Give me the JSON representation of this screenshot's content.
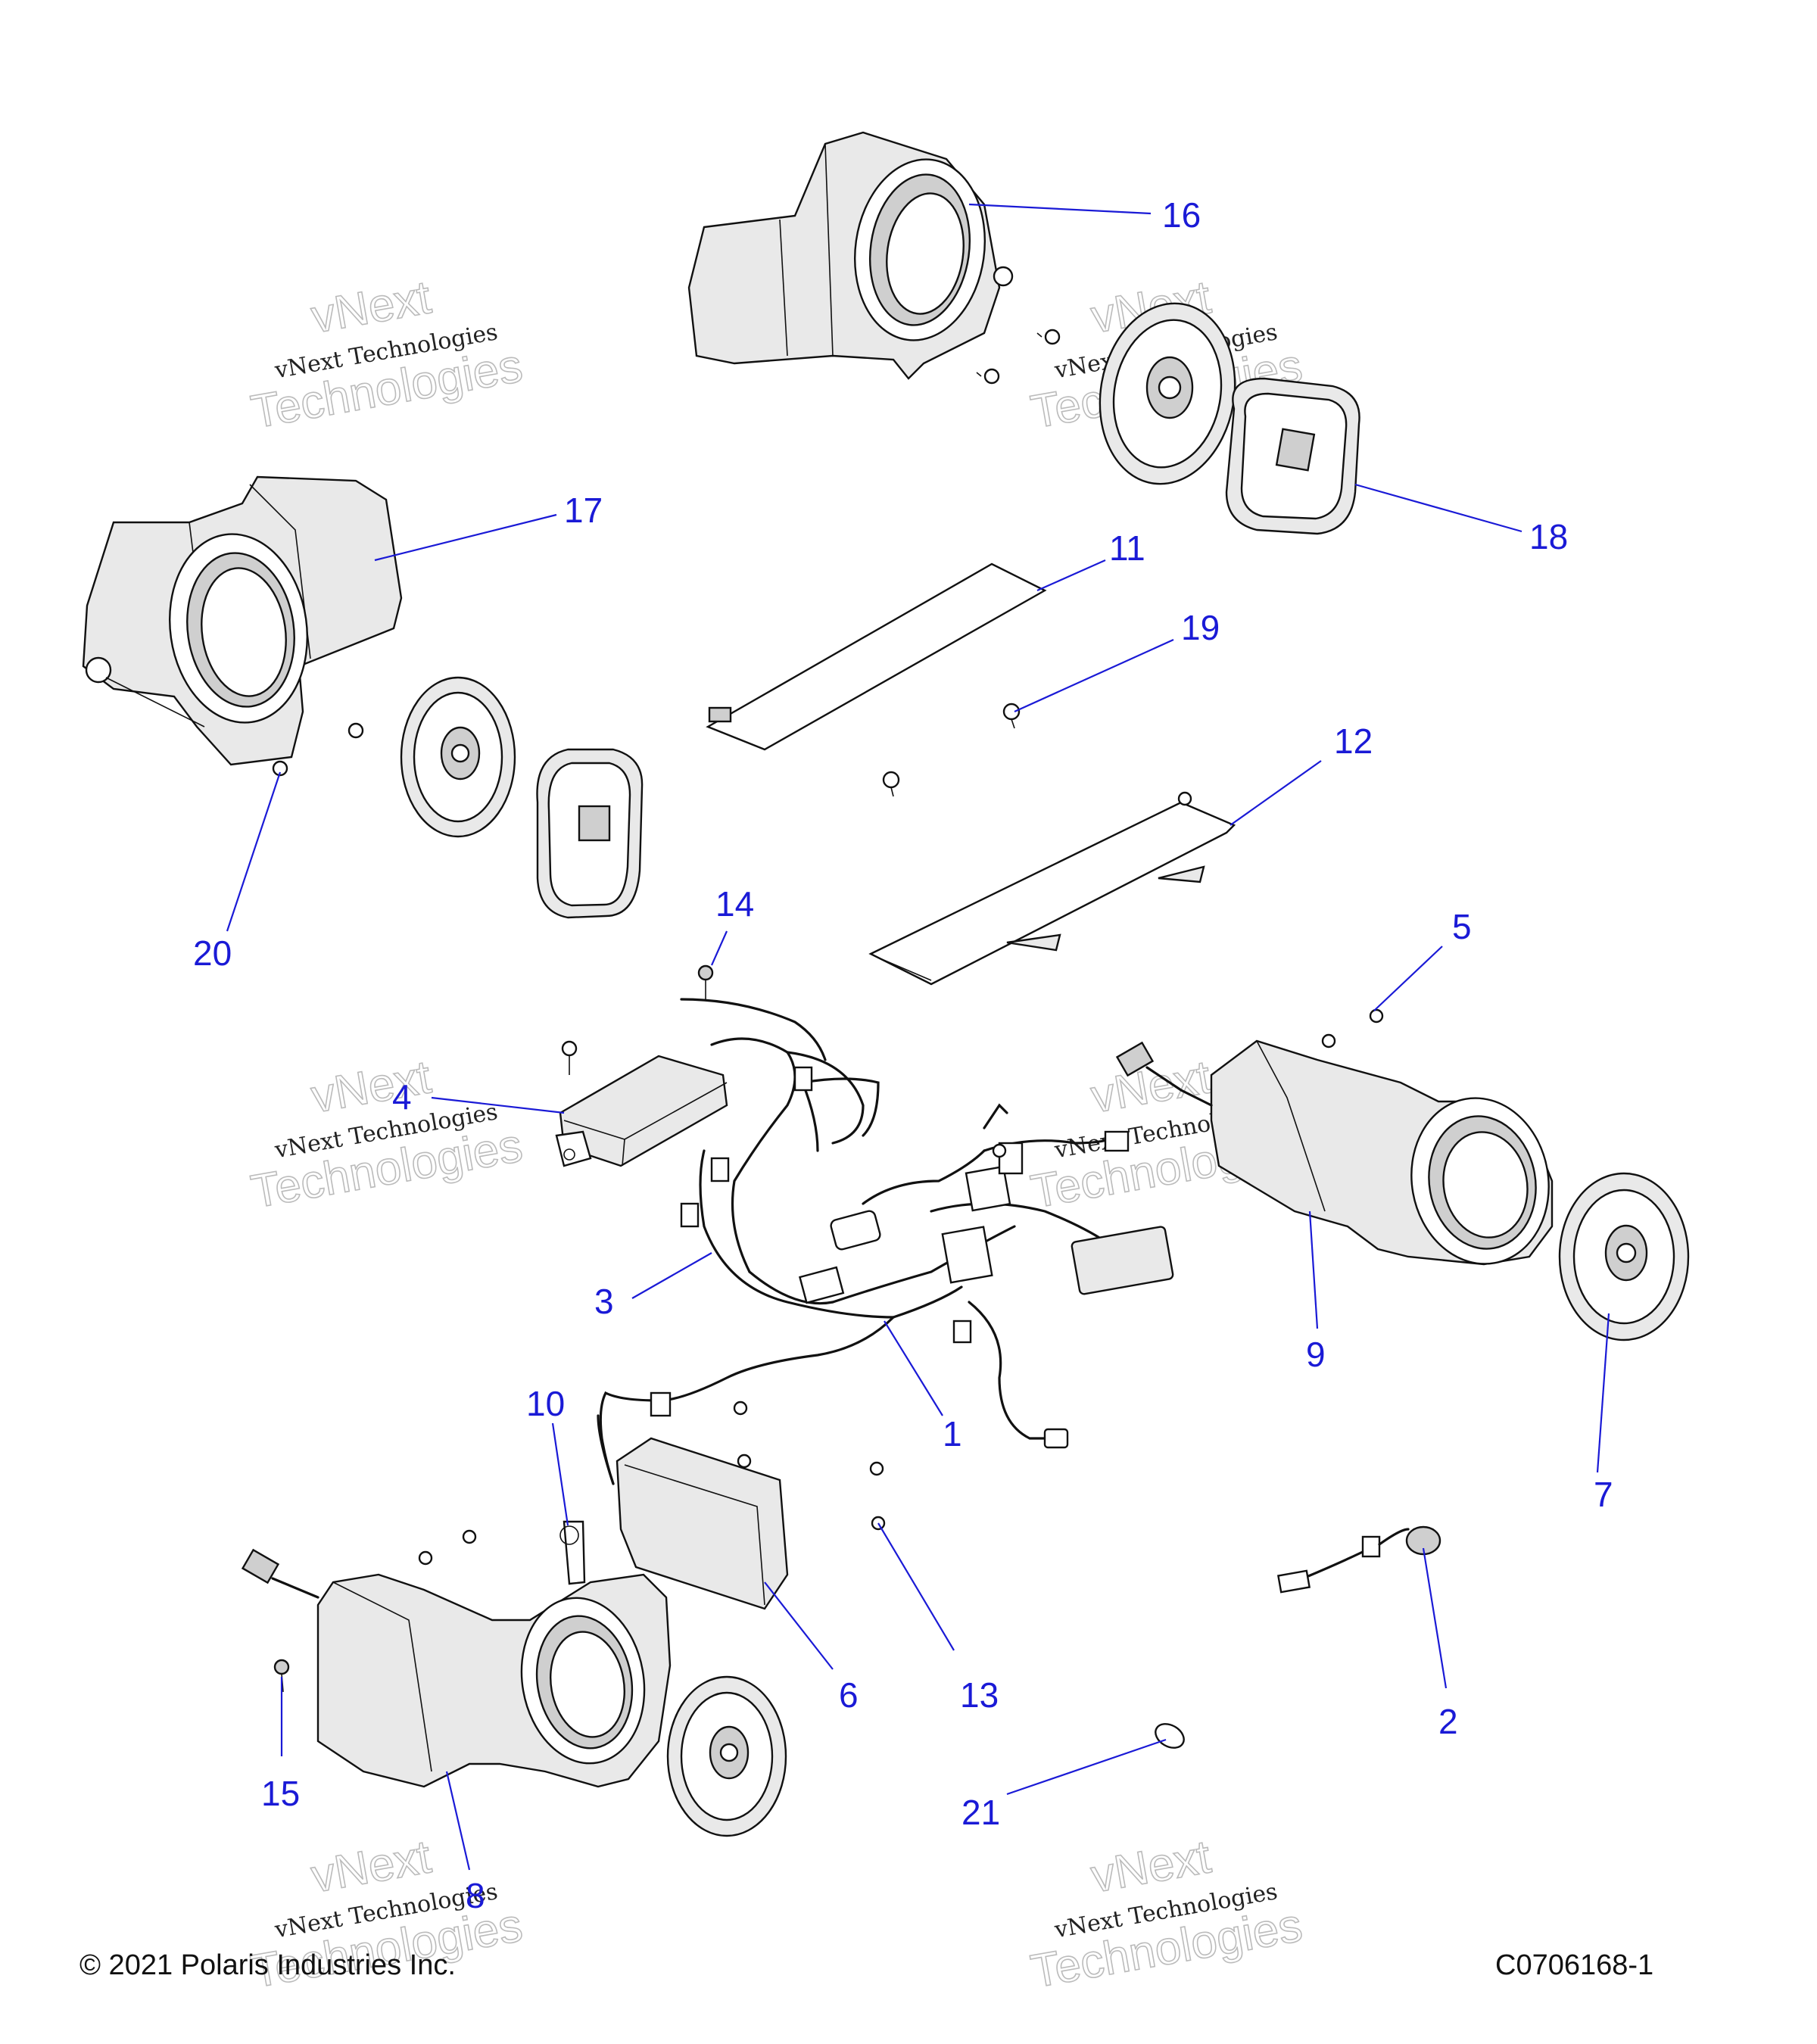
{
  "callouts": [
    {
      "n": "1"
    },
    {
      "n": "2"
    },
    {
      "n": "3"
    },
    {
      "n": "4"
    },
    {
      "n": "5"
    },
    {
      "n": "6"
    },
    {
      "n": "7"
    },
    {
      "n": "8"
    },
    {
      "n": "9"
    },
    {
      "n": "10"
    },
    {
      "n": "11"
    },
    {
      "n": "12"
    },
    {
      "n": "13"
    },
    {
      "n": "14"
    },
    {
      "n": "15"
    },
    {
      "n": "16"
    },
    {
      "n": "17"
    },
    {
      "n": "18"
    },
    {
      "n": "19"
    },
    {
      "n": "20"
    },
    {
      "n": "21"
    }
  ],
  "watermark": {
    "line1": "vNext Technologies",
    "line2": "vNext",
    "line3": "Technologies"
  },
  "footer": {
    "copyright": "© 2021 Polaris Industries Inc.",
    "figure_id": "C0706168-1"
  },
  "colors": {
    "callout": "#1a1ad6",
    "line_art": "#111111"
  }
}
